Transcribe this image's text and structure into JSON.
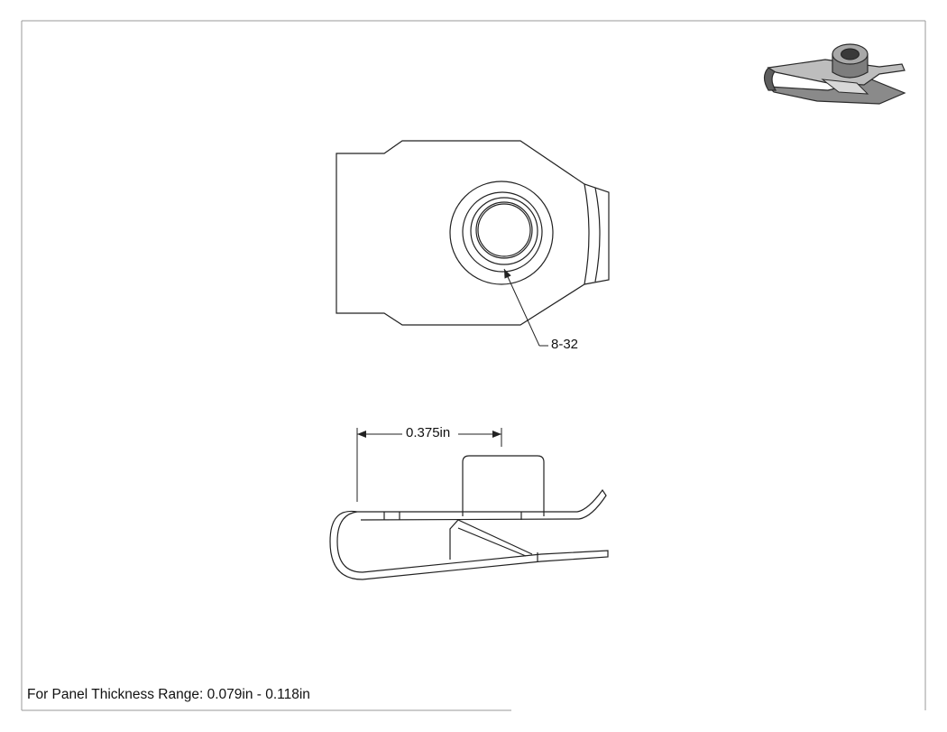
{
  "drawing": {
    "thread_callout": "8-32",
    "dimension_label": "0.375in",
    "note": "For Panel Thickness Range: 0.079in - 0.118in"
  },
  "colors": {
    "line": "#222222",
    "frame": "#9a9a9a",
    "part_shade": "#6f6f6f"
  },
  "views": [
    "top-view",
    "side-view",
    "isometric-thumbnail"
  ]
}
